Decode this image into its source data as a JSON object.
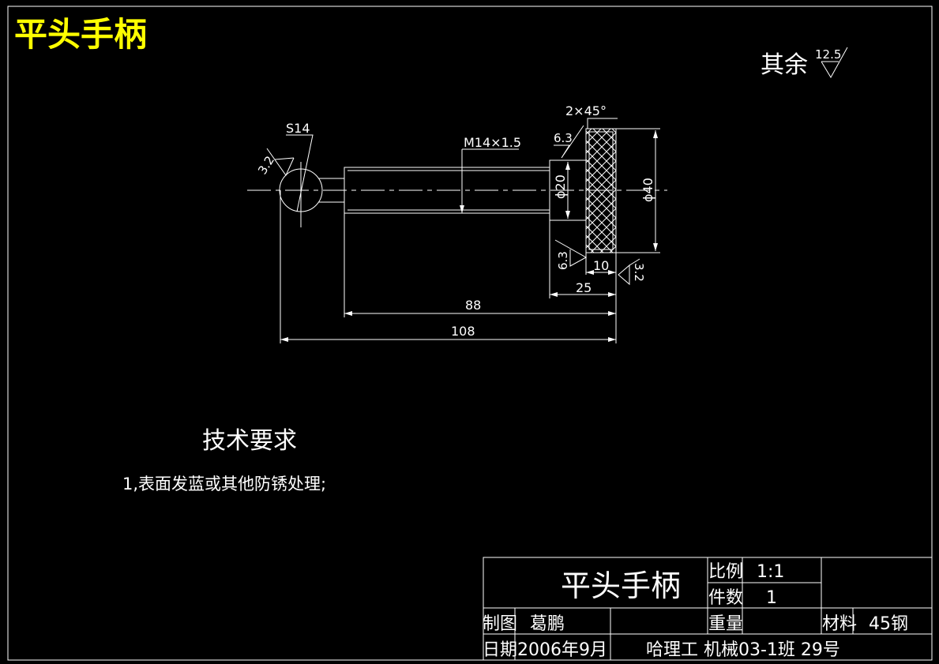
{
  "header": {
    "title": "平头手柄"
  },
  "surface_note": {
    "label": "其余",
    "roughness": "12.5"
  },
  "dimensions": {
    "sphere": "S14",
    "thread": "M14×1.5",
    "chamfer": "2×45°",
    "dia_small": "ϕ20",
    "dia_large": "ϕ40",
    "len_knurl": "10",
    "len_head": "25",
    "len_thread": "88",
    "len_total": "108"
  },
  "roughness": {
    "sphere": "3.2",
    "face_top": "6.3",
    "face_bottom": "6.3",
    "knurl": "3.2"
  },
  "tech_requirements": {
    "heading": "技术要求",
    "items": [
      "1,表面发蓝或其他防锈处理;"
    ]
  },
  "title_block": {
    "part_name": "平头手柄",
    "scale_label": "比例",
    "scale_value": "1:1",
    "qty_label": "件数",
    "qty_value": "1",
    "drawn_label": "制图",
    "drawn_by": "葛鹏",
    "weight_label": "重量",
    "material_label": "材料",
    "material_value": "45钢",
    "date_label": "日期",
    "date_value": "2006年9月",
    "school_class": "哈理工 机械03-1班 29号"
  },
  "colors": {
    "background": "#000000",
    "line": "#ffffff",
    "title": "#ffff00"
  }
}
